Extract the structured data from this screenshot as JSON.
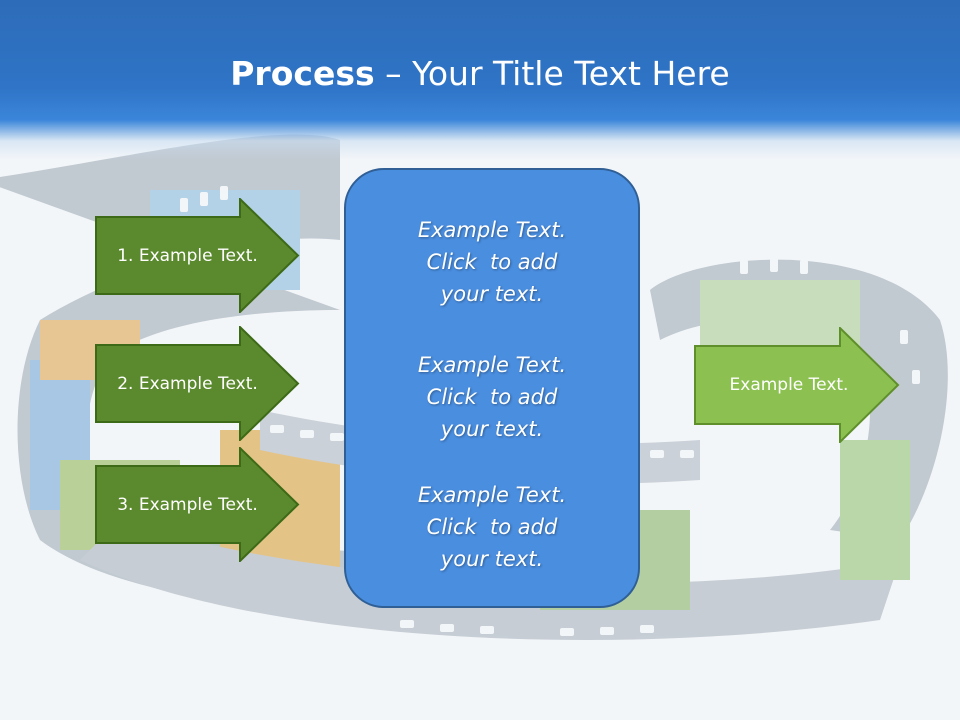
{
  "slide": {
    "title_bold": "Process",
    "title_rest": " – Your Title Text Here"
  },
  "steps": [
    {
      "label": "1. Example Text."
    },
    {
      "label": "2. Example Text."
    },
    {
      "label": "3. Example Text."
    }
  ],
  "center_box": {
    "blocks": [
      {
        "line1": "Example Text.",
        "line2": "Click  to add",
        "line3": "your text."
      },
      {
        "line1": "Example Text.",
        "line2": "Click  to add",
        "line3": "your text."
      },
      {
        "line1": "Example Text.",
        "line2": "Click  to add",
        "line3": "your text."
      }
    ]
  },
  "output": {
    "label": "Example Text."
  },
  "colors": {
    "header_blue": "#2f74c7",
    "step_arrow_fill": "#5b8a2e",
    "step_arrow_border": "#3d6a16",
    "box_fill": "#4a8ee0",
    "box_border": "#2f5f95",
    "output_arrow_fill": "#8cc152",
    "output_arrow_border": "#5f8f2a"
  }
}
